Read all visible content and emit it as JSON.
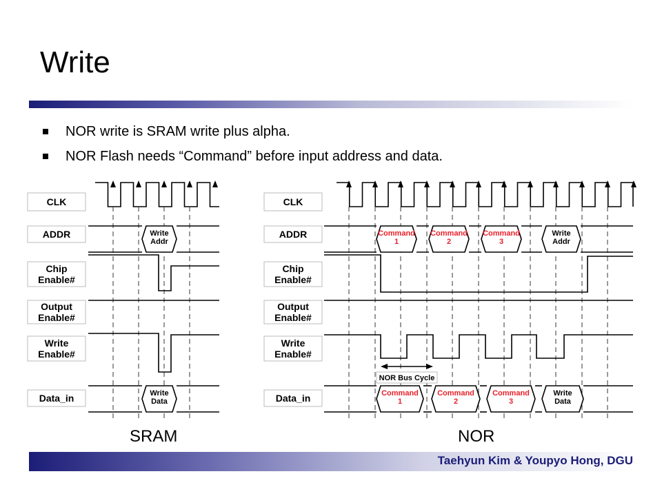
{
  "slide": {
    "title": "Write",
    "bullets": [
      "NOR write is SRAM write plus alpha.",
      "NOR Flash needs “Command” before input address and data."
    ],
    "footer": "Taehyun Kim & Youpyo Hong, DGU",
    "accent_color": "#1c1d77"
  },
  "diagram": {
    "sram": {
      "caption": "SRAM",
      "signals": [
        "CLK",
        "ADDR",
        "Chip\nEnable#",
        "Output\nEnable#",
        "Write\nEnable#",
        "Data_in"
      ],
      "addr_bus": [
        "Write\nAddr"
      ],
      "data_bus": [
        "Write\nData"
      ]
    },
    "nor": {
      "caption": "NOR",
      "signals": [
        "CLK",
        "ADDR",
        "Chip\nEnable#",
        "Output\nEnable#",
        "Write\nEnable#",
        "Data_in"
      ],
      "addr_bus": [
        "Command\n1",
        "Command\n2",
        "Command\n3",
        "Write\nAddr"
      ],
      "data_bus": [
        "Command\n1",
        "Command\n2",
        "Command\n3",
        "Write\nData"
      ],
      "bus_cycle_label": "NOR Bus Cycle"
    },
    "colors": {
      "command": "#e8202a",
      "normal": "#000000"
    }
  }
}
